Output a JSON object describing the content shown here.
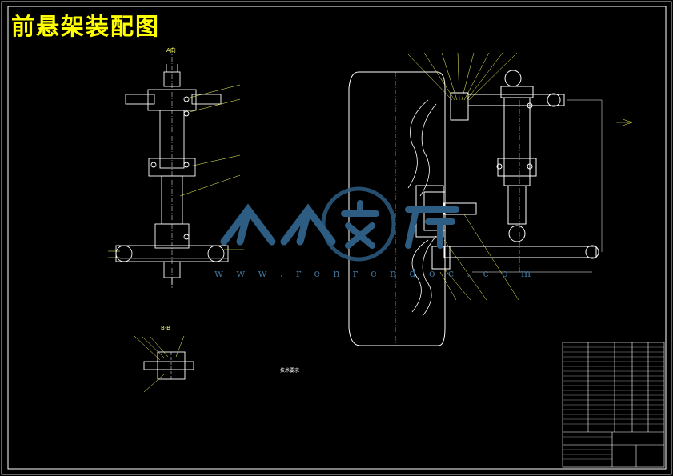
{
  "title": "前悬架装配图",
  "views": {
    "view_a_label": "A向",
    "view_b_label": "B-B"
  },
  "watermark": {
    "text": "人人文库",
    "url": "w w w . r e n r e n d o c . c o m"
  },
  "notes": {
    "title": "技术要求"
  },
  "colors": {
    "background": "#000000",
    "title": "#ffff00",
    "lines": "#ffffff",
    "leaders": "#ffff66",
    "watermark": "#3f6f95"
  }
}
